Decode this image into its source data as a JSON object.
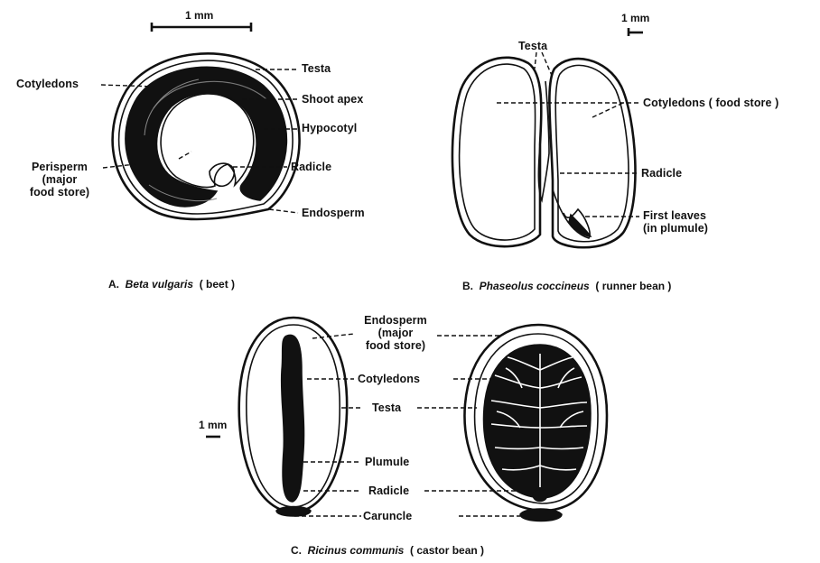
{
  "panel_a": {
    "scale": "1 mm",
    "caption_letter": "A.",
    "caption_species": "Beta vulgaris",
    "caption_common": "( beet )",
    "labels": {
      "cotyledons": "Cotyledons",
      "perisperm_1": "Perisperm",
      "perisperm_2": "(major",
      "perisperm_3": "food store)",
      "testa": "Testa",
      "shoot_apex": "Shoot apex",
      "hypocotyl": "Hypocotyl",
      "radicle": "Radicle",
      "endosperm": "Endosperm"
    }
  },
  "panel_b": {
    "scale": "1 mm",
    "caption_letter": "B.",
    "caption_species": "Phaseolus coccineus",
    "caption_common": "( runner bean )",
    "labels": {
      "testa": "Testa",
      "cotyledons": "Cotyledons ( food store )",
      "radicle": "Radicle",
      "first_leaves_1": "First leaves",
      "first_leaves_2": "(in plumule)"
    }
  },
  "panel_c": {
    "scale": "1 mm",
    "caption_letter": "C.",
    "caption_species": "Ricinus communis",
    "caption_common": "( castor bean )",
    "labels": {
      "endosperm_1": "Endosperm",
      "endosperm_2": "(major",
      "endosperm_3": "food store)",
      "cotyledons": "Cotyledons",
      "testa": "Testa",
      "plumule": "Plumule",
      "radicle": "Radicle",
      "caruncle": "Caruncle"
    }
  },
  "icons": {
    "beet": "beet-seed-section-icon",
    "bean": "runner-bean-section-icon",
    "castor_side": "castor-seed-side-section-icon",
    "castor_face": "castor-seed-face-section-icon"
  }
}
